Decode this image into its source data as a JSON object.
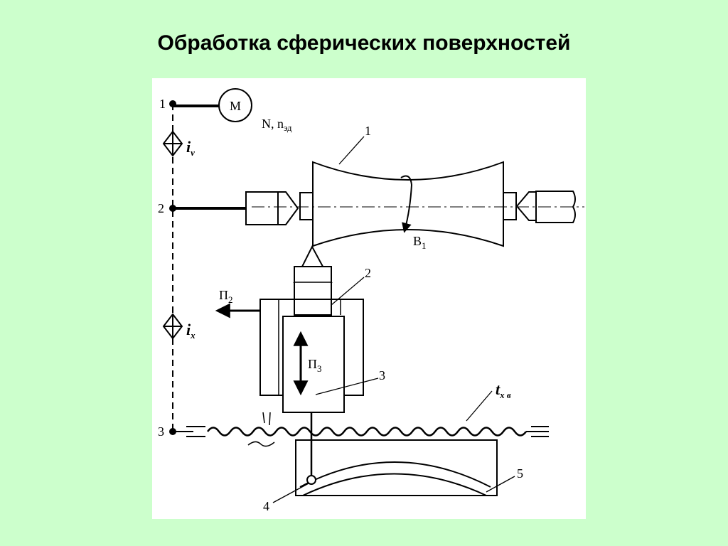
{
  "title": "Обработка сферических поверхностей",
  "diagram": {
    "motor": {
      "label": "M",
      "params_main": "N, n",
      "params_sub": "эд"
    },
    "nodes": [
      "1",
      "2",
      "3"
    ],
    "parts": [
      "1",
      "2",
      "3",
      "4",
      "5"
    ],
    "gear_iv": {
      "main": "i",
      "sub": "v"
    },
    "gear_ix": {
      "main": "i",
      "sub": "x"
    },
    "motion_b1": {
      "main": "B",
      "sub": "1"
    },
    "motion_p2": {
      "main": "П",
      "sub": "2"
    },
    "motion_p3": {
      "main": "П",
      "sub": "3"
    },
    "screw": {
      "main": "t",
      "sub": "x в"
    }
  }
}
